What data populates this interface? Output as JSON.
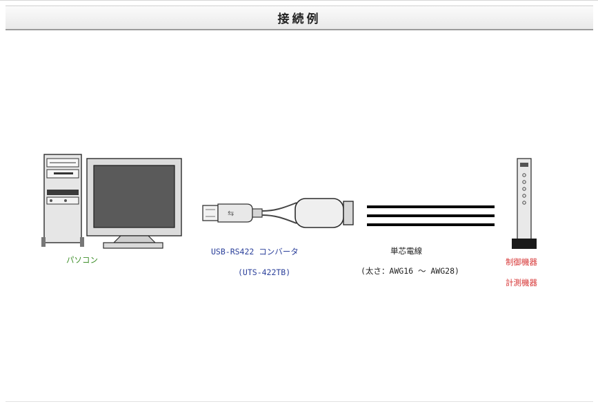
{
  "header": {
    "title": "接続例"
  },
  "computer": {
    "label": "パソコン",
    "icon": "desktop-computer-icon",
    "label_color": "#3e8f2a"
  },
  "converter": {
    "name": "USB-RS422 コンバータ",
    "model": "(UTS-422TB)",
    "icon": "usb-converter-icon",
    "label_color": "#2a3f9a"
  },
  "wire": {
    "name": "単芯電線",
    "spec": "(太さ：AWG16 ～ AWG28)",
    "icon": "single-core-wire-icon",
    "label_color": "#222222"
  },
  "device": {
    "line1": "制御機器",
    "line2": "計測機器",
    "icon": "control-device-icon",
    "label_color": "#d73737"
  }
}
